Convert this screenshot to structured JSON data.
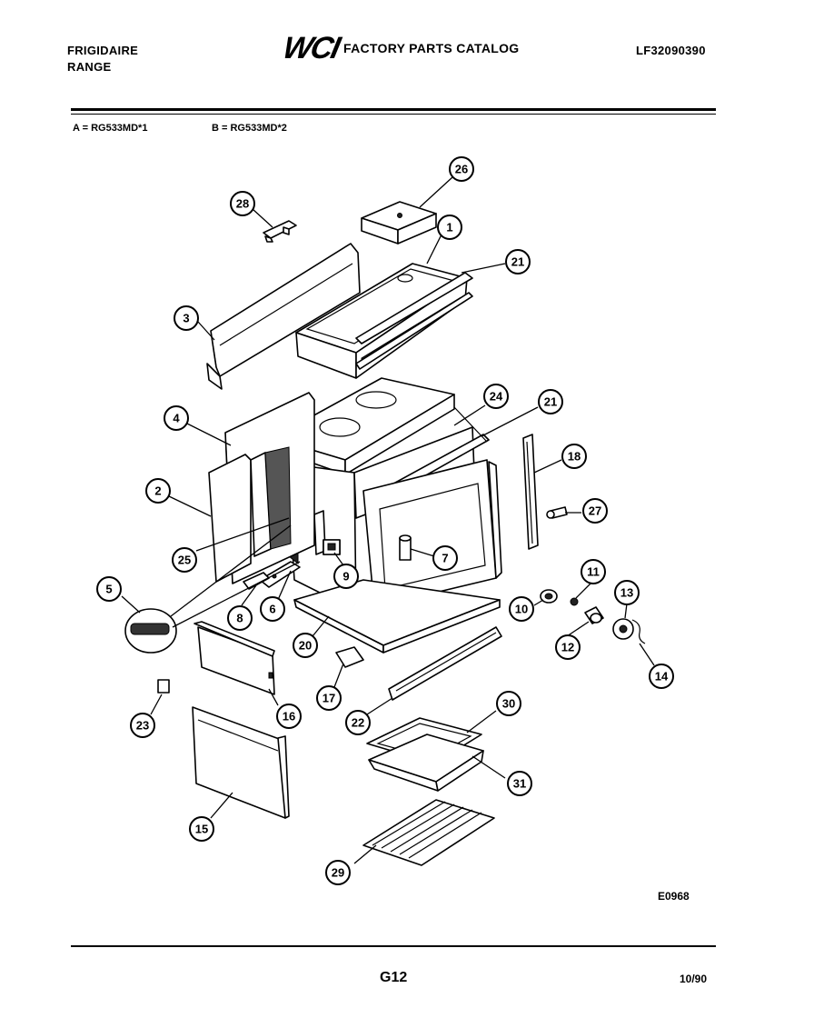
{
  "header": {
    "brand_line1": "FRIGIDAIRE",
    "brand_line2": "RANGE",
    "logo": "WCI",
    "catalog_title": "FACTORY PARTS CATALOG",
    "document_id": "LF32090390"
  },
  "models": {
    "a": "A = RG533MD*1",
    "b": "B = RG533MD*2"
  },
  "diagram": {
    "illustration_code": "E0968",
    "callouts": [
      "1",
      "2",
      "3",
      "4",
      "5",
      "6",
      "7",
      "8",
      "9",
      "10",
      "11",
      "12",
      "13",
      "14",
      "15",
      "16",
      "17",
      "18",
      "20",
      "21",
      "21",
      "22",
      "23",
      "24",
      "25",
      "26",
      "27",
      "28",
      "29",
      "30",
      "31"
    ]
  },
  "footer": {
    "page_number": "G12",
    "date": "10/90"
  }
}
